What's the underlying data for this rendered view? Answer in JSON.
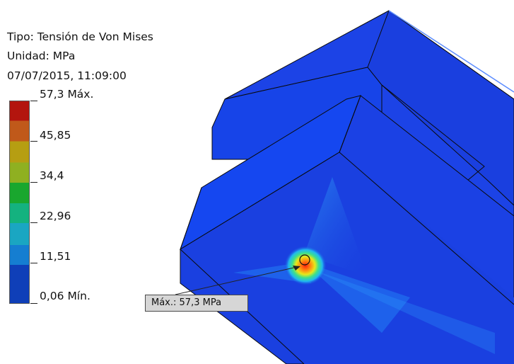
{
  "legend": {
    "type_line": "Tipo: Tensión de Von Mises",
    "unit_line": "Unidad: MPa",
    "datetime_line": "07/07/2015, 11:09:00",
    "scale_labels": [
      "57,3 Máx.",
      "45,85",
      "34,4",
      "22,96",
      "11,51",
      "0,06 Mín."
    ],
    "scale_colors": [
      "#b3150e",
      "#c0591a",
      "#b69e12",
      "#8fb021",
      "#19a72e",
      "#14b27f",
      "#1aa6c2",
      "#157ed1",
      "#0f3fb8"
    ]
  },
  "callout": {
    "max_label": "Máx.: 57,3 MPa"
  },
  "colors": {
    "model_base": "#1a40e0",
    "model_face_light": "#1548f2",
    "hotspot": "#e8241a",
    "edge": "#0a0a0a",
    "background": "#ffffff"
  }
}
